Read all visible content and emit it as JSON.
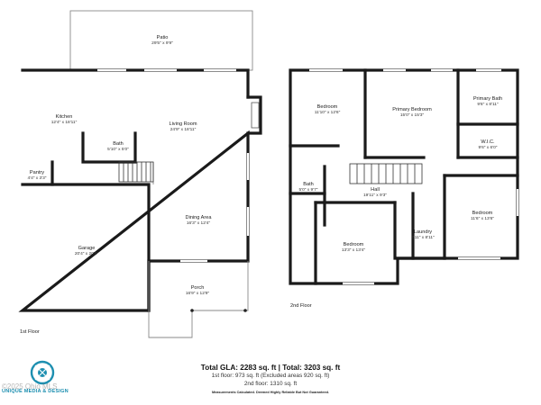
{
  "floors": {
    "first": {
      "label": "1st Floor",
      "rooms": {
        "patio": {
          "name": "Patio",
          "dims": "29'5\" x 9'9\""
        },
        "kitchen": {
          "name": "Kitchen",
          "dims": "12'4\" x 18'11\""
        },
        "living": {
          "name": "Living Room",
          "dims": "24'9\" x 18'11\""
        },
        "bath": {
          "name": "Bath",
          "dims": "5'10\" x 5'0\""
        },
        "pantry": {
          "name": "Pantry",
          "dims": "4'4\" x 3'3\""
        },
        "garage": {
          "name": "Garage",
          "dims": "20'4\" x 20'8\""
        },
        "dining": {
          "name": "Dining Area",
          "dims": "16'3\" x 12'4\""
        },
        "porch": {
          "name": "Porch",
          "dims": "16'9\" x 12'9\""
        }
      }
    },
    "second": {
      "label": "2nd Floor",
      "rooms": {
        "bedroom_nw": {
          "name": "Bedroom",
          "dims": "11'10\" x 12'6\""
        },
        "primary_bed": {
          "name": "Primary Bedroom",
          "dims": "15'0\" x 15'3\""
        },
        "primary_bath": {
          "name": "Primary Bath",
          "dims": "9'6\" x 8'11\""
        },
        "wic": {
          "name": "W.I.C.",
          "dims": "9'6\" x 6'0\""
        },
        "bath": {
          "name": "Bath",
          "dims": "5'0\" x 9'7\""
        },
        "hall": {
          "name": "Hall",
          "dims": "19'11\" x 9'3\""
        },
        "bedroom_e": {
          "name": "Bedroom",
          "dims": "11'6\" x 13'6\""
        },
        "laundry": {
          "name": "Laundry",
          "dims": "7'11\" x 8'11\""
        },
        "bedroom_s": {
          "name": "Bedroom",
          "dims": "13'3\" x 13'4\""
        }
      }
    }
  },
  "summary": {
    "total": "Total GLA: 2283 sq. ft | Total: 3203 sq. ft",
    "first_floor": "1st floor: 973 sq. ft (Excluded areas 920 sq. ft)",
    "second_floor": "2nd floor: 1310 sq. ft",
    "disclaimer": "Measurements Calculated. Deemed Highly Reliable But Not Guaranteed."
  },
  "branding": {
    "company": "UNIQUE MEDIA & DESIGN",
    "watermark": "©2025 Ohio MLS",
    "accent_color": "#1d8fb0"
  }
}
